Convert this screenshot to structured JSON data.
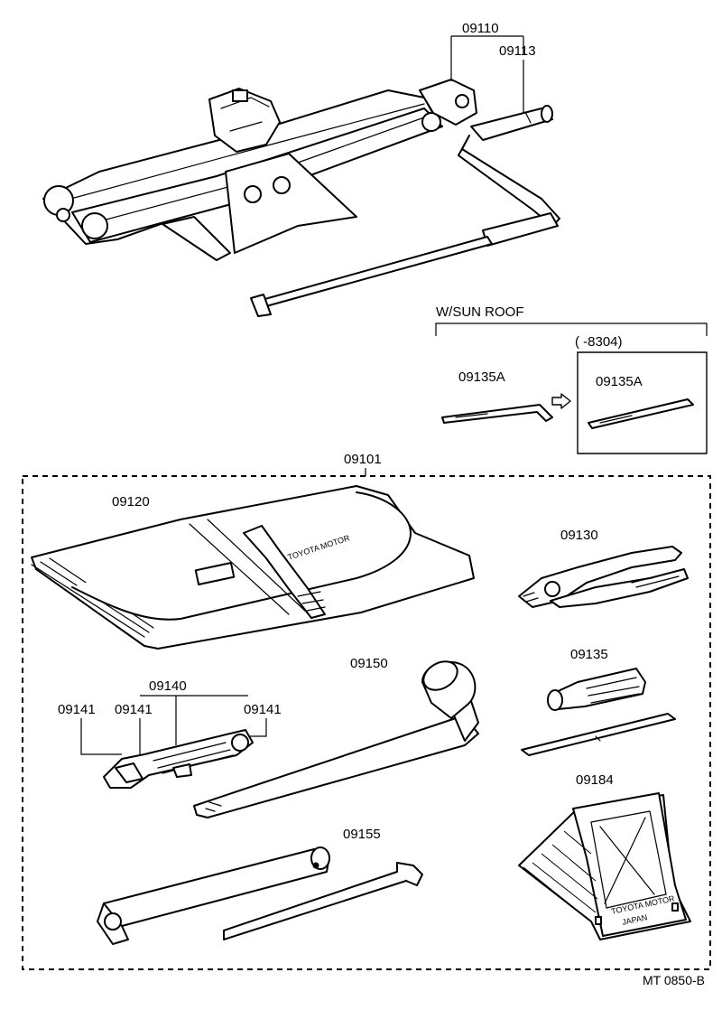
{
  "labels": {
    "p09110": "09110",
    "p09113": "09113",
    "sun_roof": "W/SUN ROOF",
    "date_range": "(      -8304)",
    "p09135a_left": "09135A",
    "p09135a_right": "09135A",
    "p09101": "09101",
    "p09120": "09120",
    "p09130": "09130",
    "p09150": "09150",
    "p09140": "09140",
    "p09141_a": "09141",
    "p09141_b": "09141",
    "p09141_c": "09141",
    "p09135": "09135",
    "p09184": "09184",
    "p09155": "09155",
    "diagram_code": "MT 0850-B"
  },
  "markings": {
    "tool_bag_brand": "TOYOTA MOTOR",
    "chock_brand_line1": "TOYOTA MOTOR",
    "chock_brand_line2": "JAPAN"
  },
  "icons": [
    "hollow-arrow-right-icon"
  ]
}
